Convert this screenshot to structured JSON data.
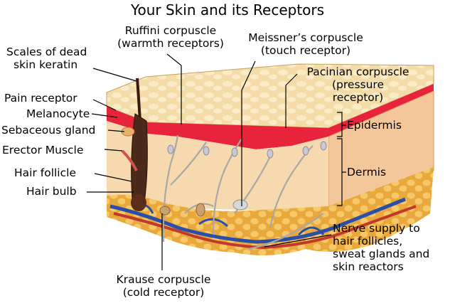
{
  "title": "Your Skin and its Receptors",
  "labels": {
    "ruffini": [
      "Ruffini corpuscle",
      "(warmth receptors)"
    ],
    "meissner": [
      "Meissner’s corpuscle",
      "(touch receptor)"
    ],
    "scales": [
      "Scales of dead",
      "skin keratin"
    ],
    "pacinian": [
      "Pacinian corpuscle",
      "(pressure",
      "receptor)"
    ],
    "pain": "Pain receptor",
    "melanocyte": "Melanocyte",
    "sebaceous": "Sebaceous gland",
    "erector": "Erector Muscle",
    "follicle": "Hair follicle",
    "bulb": "Hair bulb",
    "epidermis": "Epidermis",
    "dermis": "Dermis",
    "nerve": [
      "Nerve supply to",
      "hair follicles,",
      "sweat glands and",
      "skin reactors"
    ],
    "krause": [
      "Krause corpuscle",
      "(cold receptor)"
    ]
  },
  "colors": {
    "surface": "#f5deaa",
    "epidermis": "#e8243c",
    "dermis": "#f7d9b0",
    "fat": "#f0b850",
    "nerve": "#aaaaaa",
    "vessel_blue": "#2a4fa8",
    "vessel_red": "#c0392b"
  }
}
